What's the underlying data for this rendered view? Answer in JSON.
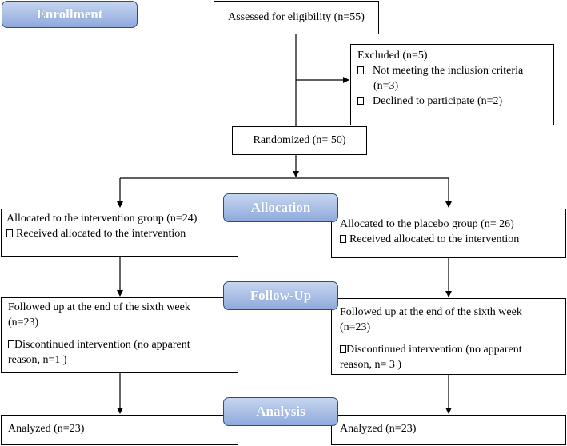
{
  "phases": {
    "enrollment": "Enrollment",
    "allocation": "Allocation",
    "follow_up": "Follow-Up",
    "analysis": "Analysis"
  },
  "assessed": "Assessed for eligibility (n=55)",
  "excluded": {
    "title": "Excluded (n=5)",
    "item1_line1": "Not meeting the inclusion criteria",
    "item1_line2": "(n=3)",
    "item2": "Declined to participate (n=2)"
  },
  "randomized": "Randomized (n= 50)",
  "intervention": {
    "allocated": "Allocated to the intervention group (n=24)",
    "received": "Received allocated to the intervention",
    "followed_line1": "Followed up at the end of the sixth week",
    "followed_line2": "(n=23)",
    "discontinued_line1": "Discontinued intervention (no apparent",
    "discontinued_line2": "reason, n=1 )",
    "analyzed": "Analyzed (n=23)"
  },
  "placebo": {
    "allocated": "Allocated to the placebo group (n= 26)",
    "received": "Received allocated to the intervention",
    "followed_line1": "Followed up at the end of the sixth week",
    "followed_line2": "(n=23)",
    "discontinued_line1": "Discontinued intervention (no apparent",
    "discontinued_line2": "reason, n= 3 )",
    "analyzed": "Analyzed (n=23)"
  }
}
